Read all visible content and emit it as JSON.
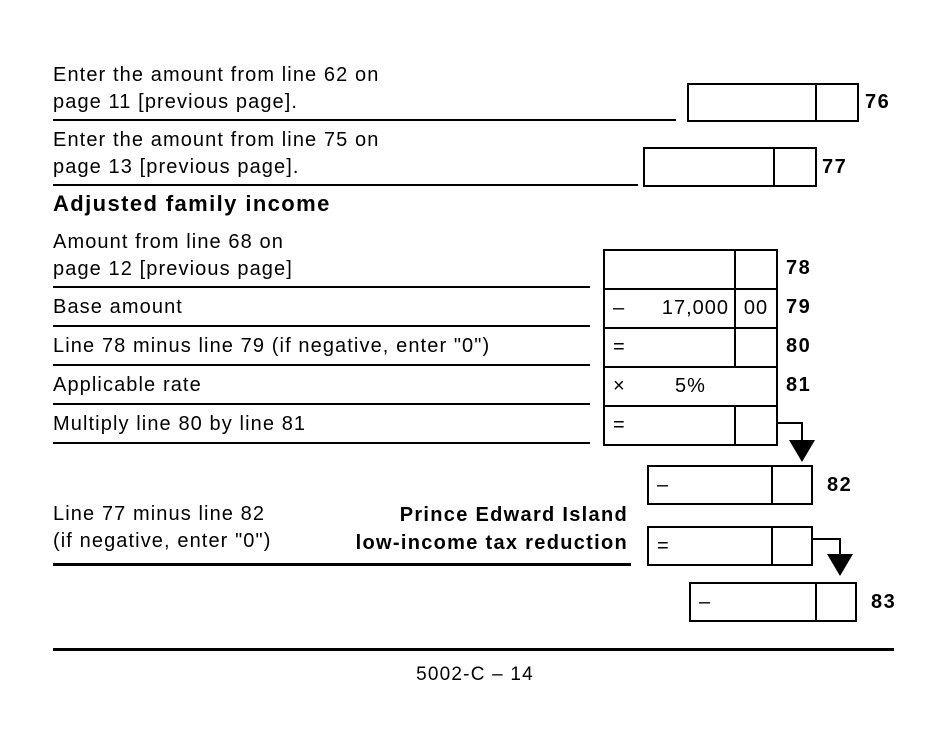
{
  "form": {
    "footer_code": "5002-C – 14",
    "heading": "Adjusted family income"
  },
  "rows": {
    "r76": {
      "label_line1": "Enter the amount from line 62 on",
      "label_line2": "page 11 [previous page].",
      "line_no": "76"
    },
    "r77": {
      "label_line1": "Enter the amount from line 75 on",
      "label_line2": "page 13 [previous page].",
      "line_no": "77"
    },
    "r78": {
      "label_line1": "Amount from line 68 on",
      "label_line2": "page 12 [previous page]",
      "line_no": "78"
    },
    "r79": {
      "label": "Base amount",
      "operator": "–",
      "amount": "17,000",
      "cents": "00",
      "line_no": "79"
    },
    "r80": {
      "label": "Line 78 minus line 79 (if negative, enter \"0\")",
      "operator": "=",
      "line_no": "80"
    },
    "r81": {
      "label": "Applicable rate",
      "operator": "×",
      "rate": "5%",
      "line_no": "81"
    },
    "r_mult": {
      "label": "Multiply line 80 by line 81",
      "operator": "="
    },
    "r82": {
      "operator": "–",
      "line_no": "82"
    },
    "r_reduction": {
      "label_line1": "Line 77 minus line 82",
      "label_line2": "(if negative, enter \"0\")",
      "title_line1": "Prince Edward Island",
      "title_line2": "low-income tax reduction",
      "operator": "="
    },
    "r83": {
      "operator": "–",
      "line_no": "83"
    }
  }
}
